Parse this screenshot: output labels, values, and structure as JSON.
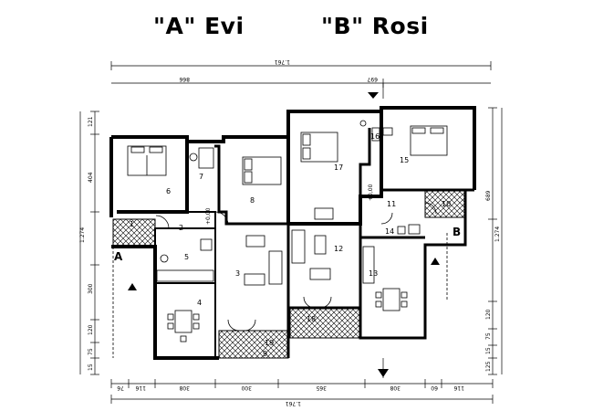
{
  "titles": {
    "unit_a": "\"A\" Evi",
    "unit_b": "\"B\" Rosi"
  },
  "section_marks": {
    "left": "A",
    "right": "B"
  },
  "rooms": [
    "1",
    "2",
    "3",
    "4",
    "5",
    "6",
    "7",
    "8",
    "9",
    "10",
    "11",
    "12",
    "13",
    "14",
    "15",
    "16",
    "17",
    "18",
    "19"
  ],
  "levels": {
    "a": "+0,00",
    "b": "+0,00"
  },
  "dimensions": {
    "top_overall": "1.761",
    "top_left": "866",
    "top_right": "697",
    "left_chain": [
      "121",
      "404",
      "1.274",
      "300",
      "120",
      "75",
      "15"
    ],
    "right_chain": [
      "689",
      "1.274",
      "120",
      "75",
      "15",
      "125"
    ],
    "bottom_chain": [
      "76",
      "116",
      "308",
      "300",
      "365",
      "308",
      "60",
      "116"
    ],
    "bottom_overall": "1.761"
  }
}
